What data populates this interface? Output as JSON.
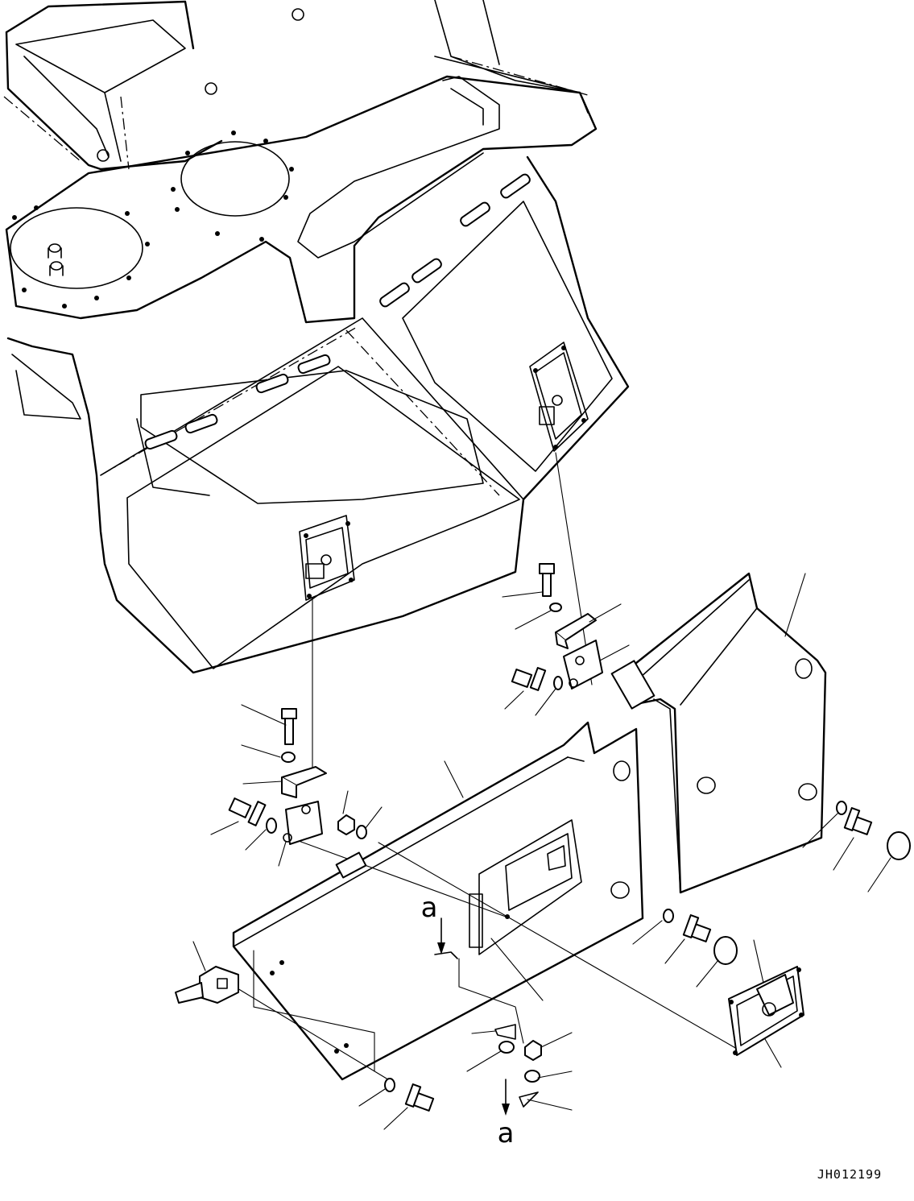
{
  "view_labels": {
    "top": "a",
    "bottom": "a"
  },
  "drawing_code": "JH012199"
}
